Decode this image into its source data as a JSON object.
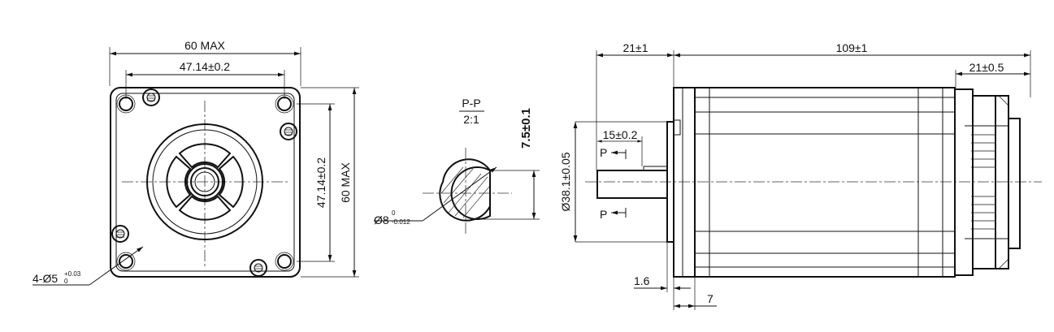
{
  "front_view": {
    "overall_width": "60 MAX",
    "hole_spacing_horizontal": "47.14±0.2",
    "hole_spacing_vertical": "47.14±0.2",
    "overall_height": "60 MAX",
    "mount_holes_prefix": "4-Ø5",
    "mount_holes_tol_upper": "+0.03",
    "mount_holes_tol_lower": "0"
  },
  "section_view": {
    "name": "P-P",
    "scale": "2:1",
    "flat_dimension": "7.5±0.1",
    "shaft_dia_prefix": "Ø8",
    "shaft_tol_upper": "0",
    "shaft_tol_lower": "-0.012"
  },
  "side_view": {
    "shaft_length": "21±1",
    "body_length": "109±1",
    "encoder_length": "21±0.5",
    "flat_length": "15±0.2",
    "section_marker_top": "P",
    "section_marker_bottom": "P",
    "pilot_dia": "Ø38.1±0.05",
    "pilot_depth": "1.6",
    "flange_thickness": "7"
  }
}
